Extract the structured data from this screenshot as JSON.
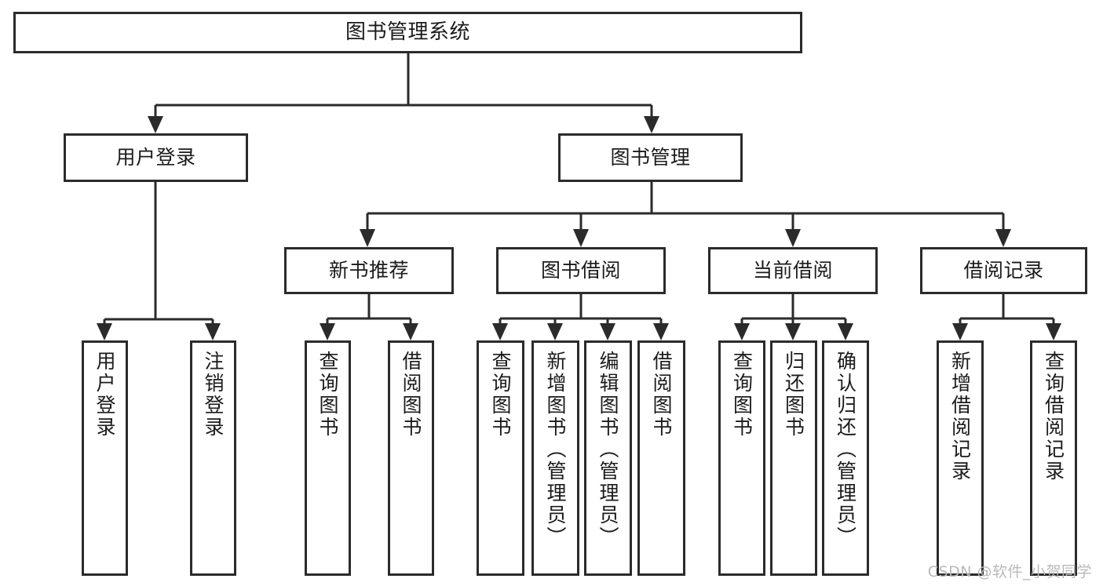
{
  "diagram": {
    "title": "图书管理系统",
    "type": "tree",
    "watermark": "CSDN @软件_小贺同学",
    "colors": {
      "stroke": "#2b2b2b",
      "background": "#ffffff",
      "text": "#1b1b1b",
      "watermark": "#b9b9b9"
    },
    "nodes": {
      "root": {
        "label": "图书管理系统"
      },
      "level2": [
        {
          "label": "用户登录"
        },
        {
          "label": "图书管理"
        }
      ],
      "level3": [
        {
          "label": "新书推荐"
        },
        {
          "label": "图书借阅"
        },
        {
          "label": "当前借阅"
        },
        {
          "label": "借阅记录"
        }
      ],
      "leaves": {
        "user_login": [
          {
            "label": "用户登录"
          },
          {
            "label": "注销登录"
          }
        ],
        "new_book": [
          {
            "label": "查询图书"
          },
          {
            "label": "借阅图书"
          }
        ],
        "borrow_book": [
          {
            "label": "查询图书"
          },
          {
            "label": "新增图书（管理员）"
          },
          {
            "label": "编辑图书（管理员）"
          },
          {
            "label": "借阅图书"
          }
        ],
        "current_borrow": [
          {
            "label": "查询图书"
          },
          {
            "label": "归还图书"
          },
          {
            "label": "确认归还（管理员）"
          }
        ],
        "borrow_record": [
          {
            "label": "新增借阅记录"
          },
          {
            "label": "查询借阅记录"
          }
        ]
      }
    }
  }
}
